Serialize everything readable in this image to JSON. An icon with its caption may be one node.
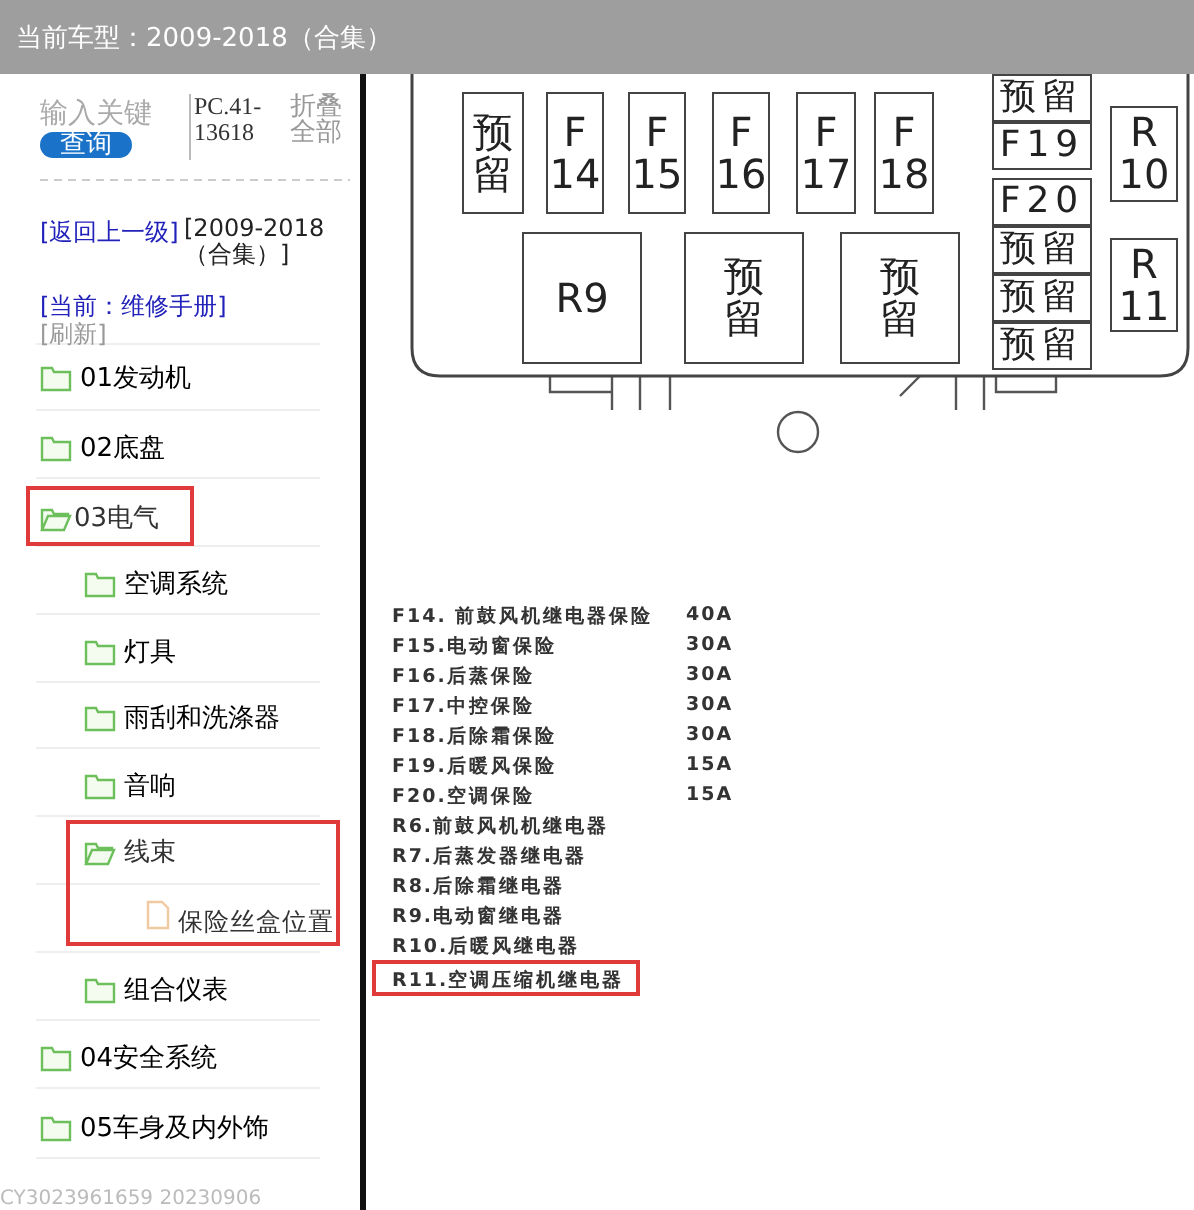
{
  "diagram": {
    "nodes": [
      {
        "text": [],
        "shape": "box"
      },
      {
        "text": [
          "预留"
        ],
        "in": 0
      },
      {
        "text": [
          "F 14"
        ],
        "in": 0
      },
      {
        "text": [
          "F 15"
        ],
        "in": 0
      },
      {
        "text": [
          "F 16"
        ],
        "in": 0
      },
      {
        "text": [
          "F 17"
        ],
        "in": 0
      },
      {
        "text": [
          "F 18"
        ],
        "in": 0
      },
      {
        "text": [
          "预留"
        ],
        "in": 0
      },
      {
        "text": [
          "F19"
        ],
        "in": 0
      },
      {
        "text": [
          "R 10"
        ],
        "in": 0
      },
      {
        "text": [
          "R9"
        ],
        "in": 0
      },
      {
        "text": [
          "预留"
        ],
        "in": 0
      },
      {
        "text": [
          "预留"
        ],
        "in": 0
      },
      {
        "text": [
          "F20"
        ],
        "in": 0
      },
      {
        "text": [
          "预留"
        ],
        "in": 0
      },
      {
        "text": [
          "预留"
        ],
        "in": 0
      },
      {
        "text": [
          "R 11"
        ],
        "in": 0
      },
      {
        "text": [
          "预留"
        ],
        "in": 0
      },
      {
        "text": [
          "03电气"
        ]
      },
      {
        "text": [
          "线束",
          "保险丝盒位置"
        ]
      },
      {
        "text": [
          "R11.空调压缩机继电器"
        ]
      }
    ],
    "labels": [
      "当前车型：2009-2018（合集）",
      "输入关键",
      "查询",
      "PC.41-13618",
      "折叠全部",
      "[返回上一级]",
      "[2009-2018（合集）]",
      "[当前：维修手册]",
      "[刷新]",
      "01发动机",
      "02底盘",
      "空调系统",
      "灯具",
      "雨刮和洗涤器",
      "音响",
      "组合仪表",
      "04安全系统",
      "05车身及内外饰",
      "F14. 前鼓风机继电器保险",
      "40A",
      "F15.电动窗保险",
      "30A",
      "F16.后蒸保险",
      "30A",
      "F17.中控保险",
      "30A",
      "F18.后除霜保险",
      "30A",
      "F19.后暖风保险",
      "15A",
      "F20.空调保险",
      "15A",
      "R6.前鼓风机机继电器",
      "R7.后蒸发器继电器",
      "R8.后除霜继电器",
      "R9.电动窗继电器",
      "R10.后暖风继电器",
      "CY3023961659 20230906"
    ]
  }
}
